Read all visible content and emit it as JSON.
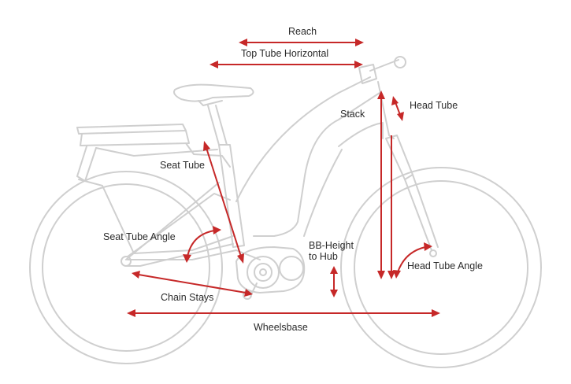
{
  "labels": {
    "reach": "Reach",
    "top_tube_horizontal": "Top Tube Horizontal",
    "head_tube": "Head Tube",
    "stack": "Stack",
    "seat_tube": "Seat Tube",
    "seat_tube_angle": "Seat Tube Angle",
    "bb_height_to_hub": "BB-Height\nto Hub",
    "head_tube_angle": "Head Tube Angle",
    "chain_stays": "Chain Stays",
    "wheelsbase": "Wheelsbase"
  },
  "colors": {
    "dimension": "#c62828",
    "frame": "#cfcfcf",
    "text": "#2b2b2b"
  }
}
